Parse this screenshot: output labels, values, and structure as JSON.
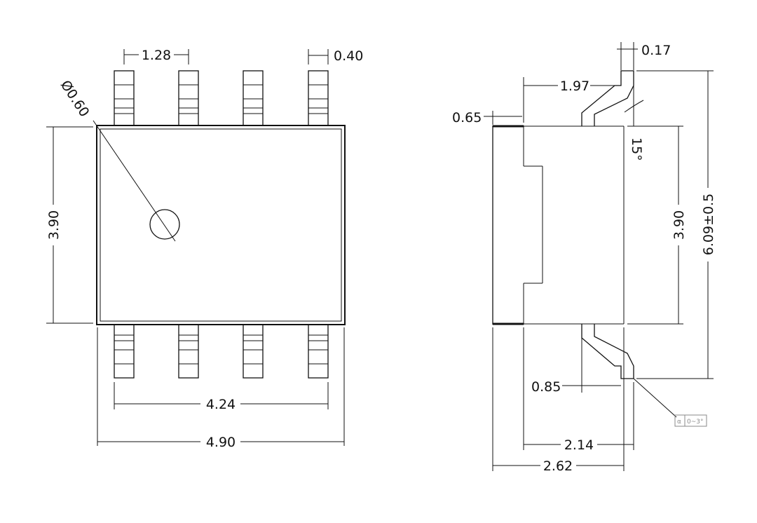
{
  "top_view": {
    "pin_pitch": "1.28",
    "lead_width": "0.40",
    "mark_diameter": "Ø0.60",
    "body_width": "3.90",
    "lead_span": "4.24",
    "body_length": "4.90"
  },
  "side_view": {
    "lead_thickness": "0.17",
    "lead_offset": "1.97",
    "standoff": "0.65",
    "lead_angle": "15°",
    "body_width": "3.90",
    "overall_width": "6.09±0.5",
    "foot_length": "0.85",
    "lead_reach": "2.14",
    "body_height": "2.62",
    "angle_callout_symbol": "α",
    "angle_callout_value": "0~3°"
  }
}
